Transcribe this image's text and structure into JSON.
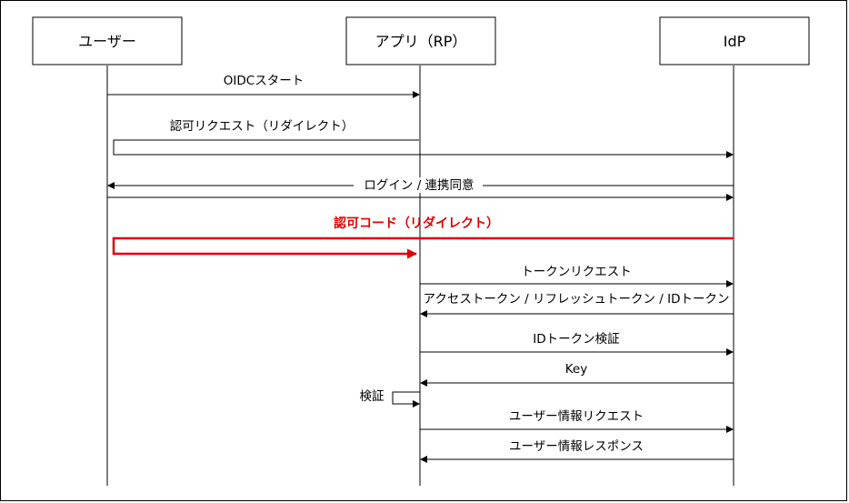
{
  "actors": {
    "user": "ユーザー",
    "app": "アプリ（RP）",
    "idp": "IdP"
  },
  "messages": {
    "oidc_start": "OIDCスタート",
    "auth_request": "認可リクエスト（リダイレクト）",
    "login": "ログイン / 連携同意",
    "auth_code": "認可コード（リダイレクト）",
    "token_request": "トークンリクエスト",
    "token_response": "アクセストークン / リフレッシュトークン / IDトークン",
    "id_token_verify": "IDトークン検証",
    "key": "Key",
    "self_verify": "検証",
    "userinfo_request": "ユーザー情報リクエスト",
    "userinfo_response": "ユーザー情報レスポンス"
  },
  "colors": {
    "highlight": "#e00000",
    "line": "#000000"
  }
}
